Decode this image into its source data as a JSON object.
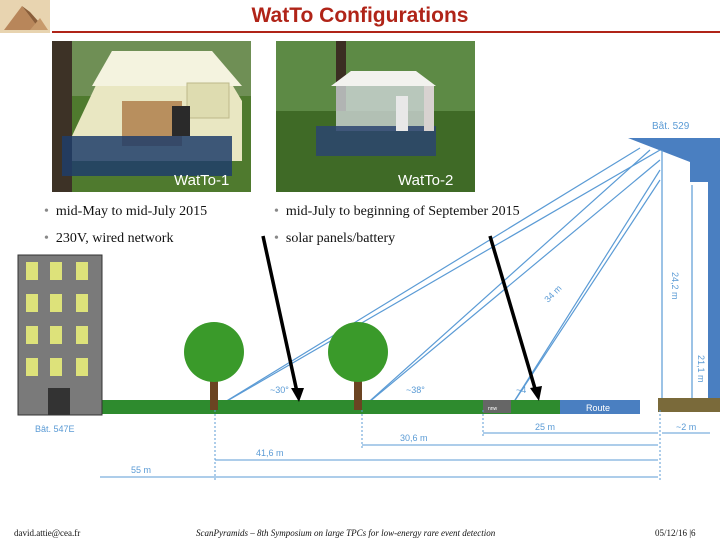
{
  "slide": {
    "title": "WatTo Configurations"
  },
  "photos": [
    {
      "caption": "WatTo-1"
    },
    {
      "caption": "WatTo-2"
    }
  ],
  "bullets_left": [
    "mid-May to mid-July 2015",
    "230V, wired network"
  ],
  "bullets_right": [
    "mid-July to beginning of September 2015",
    "solar panels/battery"
  ],
  "diagram": {
    "building_right": "Bât. 529",
    "building_left": "Bât. 547E",
    "height_1": "24,2 m",
    "height_2": "21,1 m",
    "diag_1": "34 m",
    "angle_1": "~30°",
    "angle_2": "~38°",
    "angle_3": "~4",
    "box_label": "nnw",
    "road_label": "Route",
    "dist_25": "25 m",
    "dist_2": "~2 m",
    "dist_30": "30,6 m",
    "dist_41": "41,6 m",
    "dist_55": "55 m"
  },
  "footer": {
    "author": "david.attie@cea.fr",
    "event": "ScanPyramids – 8th Symposium on large TPCs for low-energy rare event detection",
    "date_page": "05/12/16 |6"
  },
  "colors": {
    "title": "#b02418",
    "lines": "#5b9bd5",
    "ground": "#2e8b2e",
    "road": "#4a7fc1"
  }
}
